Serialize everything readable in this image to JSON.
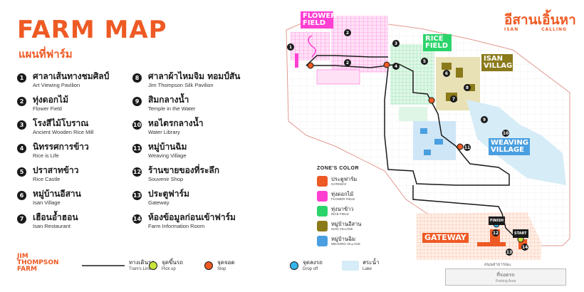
{
  "header": {
    "title": "FARM MAP",
    "subtitle": "แผนที่ฟาร์ม"
  },
  "places": [
    {
      "num": "1",
      "th": "ศาลาเส้นทางชมศิลป์",
      "en": "Art Viewing Pavilion"
    },
    {
      "num": "2",
      "th": "ทุ่งดอกไม้",
      "en": "Flower Field"
    },
    {
      "num": "3",
      "th": "โรงสีไม้โบราณ",
      "en": "Ancient Wooden Rice Mill"
    },
    {
      "num": "4",
      "th": "นิทรรศการข้าว",
      "en": "Rice is Life"
    },
    {
      "num": "5",
      "th": "ปราสาทข้าว",
      "en": "Rice Castle"
    },
    {
      "num": "6",
      "th": "หมู่บ้านอีสาน",
      "en": "Isan Village"
    },
    {
      "num": "7",
      "th": "เฮือนอ้ำฮอน",
      "en": "Isan Restaurant"
    },
    {
      "num": "8",
      "th": "ศาลาผ้าไหมจิม ทอมป์สัน",
      "en": "Jim Thompson Silk Pavilion"
    },
    {
      "num": "9",
      "th": "สิมกลางน้ำ",
      "en": "Temple in the Water"
    },
    {
      "num": "10",
      "th": "หอไตรกลางน้ำ",
      "en": "Water Library"
    },
    {
      "num": "11",
      "th": "หมู่บ้านฉิม",
      "en": "Weaving Village"
    },
    {
      "num": "12",
      "th": "ร้านขายของที่ระลึก",
      "en": "Souvenir Shop"
    },
    {
      "num": "13",
      "th": "ประตูฟาร์ม",
      "en": "Gateway"
    },
    {
      "num": "14",
      "th": "ห้องข้อมูลก่อนเข้าฟาร์ม",
      "en": "Farm Information Room"
    }
  ],
  "brand": {
    "line1": "JIM",
    "line2": "THOMPSON",
    "line3": "FARM"
  },
  "map_legend": {
    "tram": {
      "th": "ทางเดินรถ",
      "en": "Tram's Line"
    },
    "pickup": {
      "th": "จุดขึ้นรถ",
      "en": "Pick up"
    },
    "stop": {
      "th": "จุดจอด",
      "en": "Stop"
    },
    "dropoff": {
      "th": "จุดลงรถ",
      "en": "Drop off"
    },
    "lake": {
      "th": "สระน้ำ",
      "en": "Lake"
    }
  },
  "zones": {
    "title": "ZONE'S COLOR",
    "items": [
      {
        "th": "ประตูฟาร์ม",
        "en": "GATEWAY",
        "color": "#ee5a24"
      },
      {
        "th": "ทุ่งดอกไม้",
        "en": "FLOWER FIELD",
        "color": "#ff3fd2"
      },
      {
        "th": "ทุ่งนาข้าว",
        "en": "RICE FIELD",
        "color": "#2bd46b"
      },
      {
        "th": "หมู่บ้านอีสาน",
        "en": "ISAN VILLAGE",
        "color": "#8a7a1a"
      },
      {
        "th": "หมู่บ้านฉิม",
        "en": "WEAVING VILLAGE",
        "color": "#4a9fe0"
      }
    ]
  },
  "zone_tags": {
    "flower": "FLOWER FIELD",
    "rice": "RICE FIELD",
    "isan": "ISAN VILLAGE",
    "weaving": "WEAVING VILLAGE",
    "gateway": "GATEWAY",
    "finish": "FINISH",
    "start": "START"
  },
  "isan_calling": {
    "main": "อีสานเอิ้นหา",
    "sub1": "ISAN",
    "sub2": "CALLING"
  },
  "road": "ถนนสาธารณะ",
  "parking": {
    "th": "ที่จอดรถ",
    "en": "Parking Area"
  },
  "colors": {
    "accent": "#ee5a24",
    "flower": "#ff3fd2",
    "rice": "#2bd46b",
    "isan": "#8a7a1a",
    "weaving": "#4a9fe0",
    "lake": "#d6ecf7"
  }
}
